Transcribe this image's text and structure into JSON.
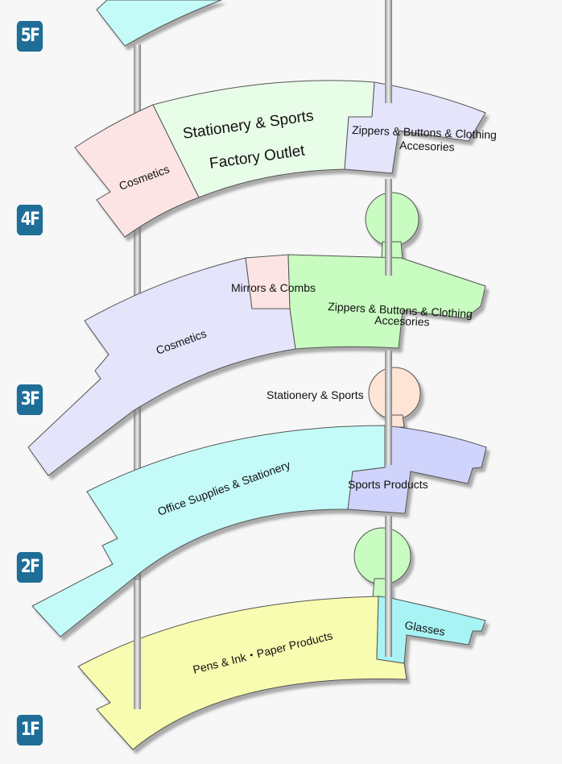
{
  "floors": [
    {
      "label": "5F"
    },
    {
      "label": "4F",
      "areas": [
        "Cosmetics",
        "Stationery & Sports",
        "Factory Outlet",
        "Zippers & Buttons & Clothing",
        "Accesories"
      ]
    },
    {
      "label": "3F",
      "areas": [
        "Mirrors & Combs",
        "Cosmetics",
        "Zippers & Buttons & Clothing",
        "Accesories",
        "Stationery & Sports"
      ]
    },
    {
      "label": "2F",
      "areas": [
        "Office Supplies & Stationery",
        "Sports Products"
      ]
    },
    {
      "label": "1F",
      "areas": [
        "Pens & Ink・Paper Products",
        "Glasses"
      ]
    }
  ],
  "colors": {
    "badge": "#1f6e98",
    "cyan": "#c4fbf8",
    "pink": "#fde4e4",
    "mint": "#e8fde8",
    "lavender": "#e4e4fb",
    "green": "#c8fcc0",
    "peach": "#fde4d4",
    "yellow": "#f8fcb0",
    "periwinkle": "#d0d4fc",
    "aqua": "#a8f4f4"
  }
}
